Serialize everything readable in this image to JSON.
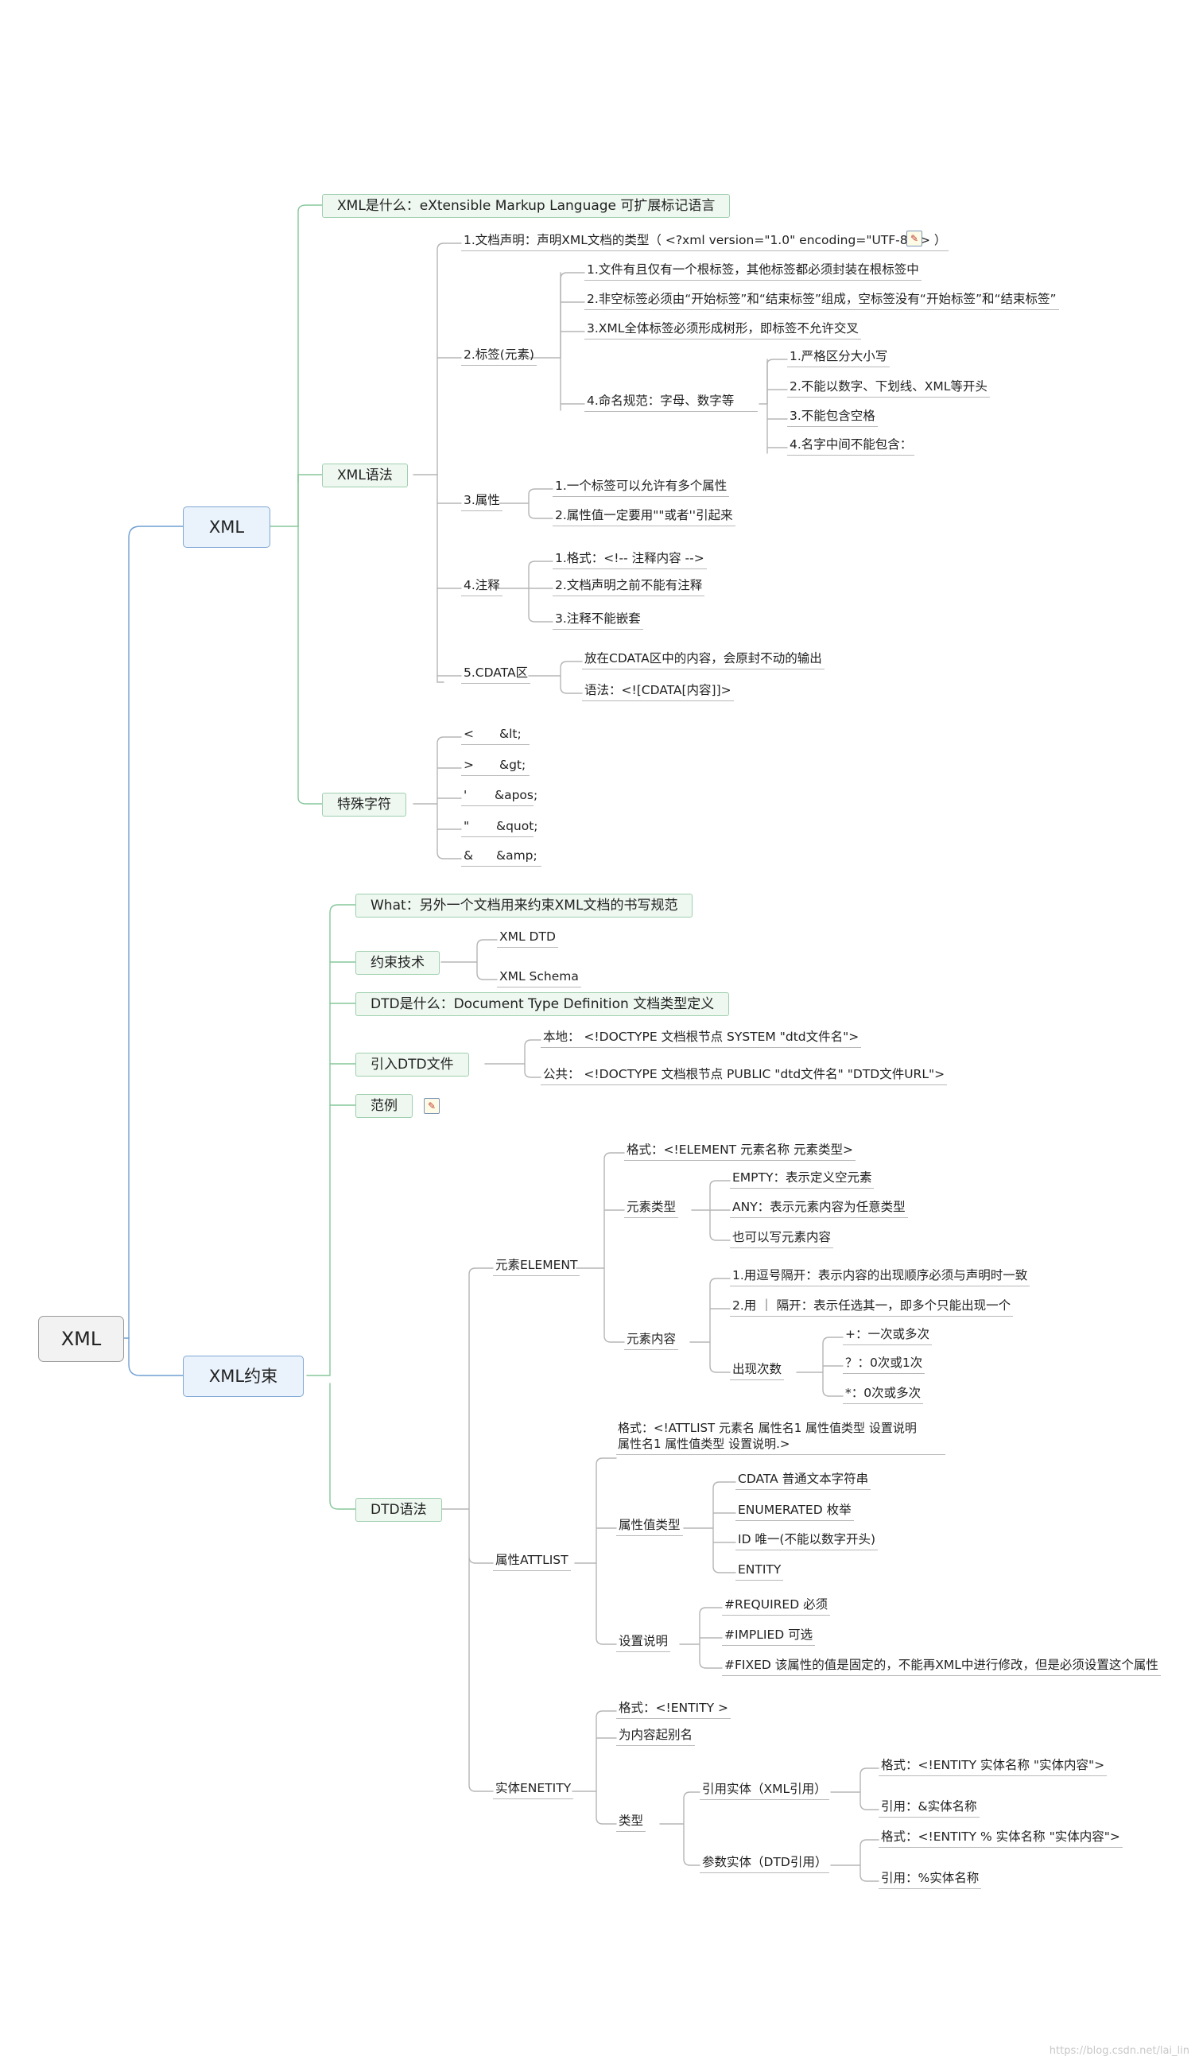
{
  "root": {
    "label": "XML"
  },
  "branches": {
    "xml": {
      "label": "XML",
      "what": "XML是什么：eXtensible Markup Language 可扩展标记语言",
      "syntax": {
        "label": "XML语法",
        "decl": "1.文档声明：声明XML文档的类型（ <?xml version=\"1.0\" encoding=\"UTF-8\"?> ）",
        "tags": {
          "label": "2.标签(元素)",
          "items": [
            "1.文件有且仅有一个根标签，其他标签都必须封装在根标签中",
            "2.非空标签必须由“开始标签”和“结束标签”组成，空标签没有“开始标签”和“结束标签”",
            "3.XML全体标签必须形成树形，即标签不允许交叉"
          ],
          "naming": {
            "label": "4.命名规范：字母、数字等",
            "items": [
              "1.严格区分大小写",
              "2.不能以数字、下划线、XML等开头",
              "3.不能包含空格",
              "4.名字中间不能包含："
            ]
          }
        },
        "attr": {
          "label": "3.属性",
          "items": [
            "1.一个标签可以允许有多个属性",
            "2.属性值一定要用\"\"或者''引起来"
          ]
        },
        "comment": {
          "label": "4.注释",
          "items": [
            "1.格式：<!-- 注释内容 -->",
            "2.文档声明之前不能有注释",
            "3.注释不能嵌套"
          ]
        },
        "cdata": {
          "label": "5.CDATA区",
          "items": [
            "放在CDATA区中的内容，会原封不动的输出",
            "语法：<![CDATA[内容]]>"
          ]
        }
      },
      "special": {
        "label": "特殊字符",
        "chars": [
          {
            "ch": "<",
            "ent": "&lt;"
          },
          {
            "ch": ">",
            "ent": "&gt;"
          },
          {
            "ch": "'",
            "ent": "&apos;"
          },
          {
            "ch": "\"",
            "ent": "&quot;"
          },
          {
            "ch": "&",
            "ent": "&amp;"
          }
        ]
      }
    },
    "constraint": {
      "label": "XML约束",
      "what": "What：另外一个文档用来约束XML文档的书写规范",
      "tech": {
        "label": "约束技术",
        "items": [
          "XML DTD",
          "XML Schema"
        ]
      },
      "dtd_what": "DTD是什么：Document Type Definition 文档类型定义",
      "import": {
        "label": "引入DTD文件",
        "local": "本地：  <!DOCTYPE 文档根节点 SYSTEM \"dtd文件名\">",
        "public": "公共：  <!DOCTYPE 文档根节点 PUBLIC \"dtd文件名\" \"DTD文件URL\">"
      },
      "example": {
        "label": "范例"
      },
      "dtd_syntax": {
        "label": "DTD语法",
        "element": {
          "label": "元素ELEMENT",
          "format": "格式：<!ELEMENT 元素名称 元素类型>",
          "type": {
            "label": "元素类型",
            "items": [
              "EMPTY：表示定义空元素",
              "ANY：表示元素内容为任意类型",
              "也可以写元素内容"
            ]
          },
          "content": {
            "label": "元素内容",
            "items": [
              "1.用逗号隔开：表示内容的出现顺序必须与声明时一致",
              "2.用 ｜ 隔开：表示任选其一，即多个只能出现一个"
            ],
            "count": {
              "label": "出现次数",
              "items": [
                "+：一次或多次",
                "？：0次或1次",
                "*：0次或多次"
              ]
            }
          }
        },
        "attlist": {
          "label": "属性ATTLIST",
          "format": "格式：<!ATTLIST 元素名 属性名1 属性值类型 设置说明\n属性名1 属性值类型 设置说明.>",
          "valtype": {
            "label": "属性值类型",
            "items": [
              "CDATA 普通文本字符串",
              "ENUMERATED 枚举",
              "ID  唯一(不能以数字开头)",
              "ENTITY"
            ]
          },
          "setting": {
            "label": "设置说明",
            "items": [
              "#REQUIRED 必须",
              "#IMPLIED 可选",
              "#FIXED 该属性的值是固定的，不能再XML中进行修改，但是必须设置这个属性"
            ]
          }
        },
        "entity": {
          "label": "实体ENETITY",
          "format": "格式：<!ENTITY >",
          "alias": "为内容起别名",
          "type": {
            "label": "类型",
            "ref": {
              "label": "引用实体（XML引用）",
              "items": [
                "格式：<!ENTITY 实体名称 \"实体内容\">",
                "引用：&实体名称"
              ]
            },
            "param": {
              "label": "参数实体（DTD引用）",
              "items": [
                "格式：<!ENTITY % 实体名称 \"实体内容\">",
                "引用：%实体名称"
              ]
            }
          }
        }
      }
    }
  },
  "watermark": "https://blog.csdn.net/lai_lin",
  "colors": {
    "blue_line": "#6f9fd2",
    "green_line": "#86c79a",
    "gray_line": "#b5b5b5"
  },
  "icons": {
    "note": "note-edit-icon"
  }
}
